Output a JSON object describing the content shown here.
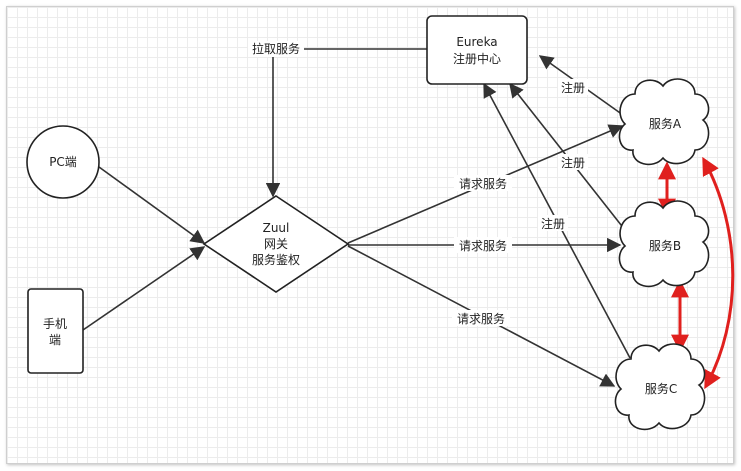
{
  "nodes": {
    "eureka": {
      "line1": "Eureka",
      "line2": "注册中心"
    },
    "pc": {
      "label": "PC端"
    },
    "mobile": {
      "line1": "手机",
      "line2": "端"
    },
    "zuul": {
      "line1": "Zuul",
      "line2": "网关",
      "line3": "服务鉴权"
    },
    "service_a": {
      "label": "服务A"
    },
    "service_b": {
      "label": "服务B"
    },
    "service_c": {
      "label": "服务C"
    }
  },
  "edges": {
    "pull_service": "拉取服务",
    "request_a": "请求服务",
    "request_b": "请求服务",
    "request_c": "请求服务",
    "register_a": "注册",
    "register_b": "注册",
    "register_c": "注册"
  },
  "colors": {
    "stroke": "#333333",
    "peer_link": "#e0201e",
    "background": "#ffffff",
    "grid": "#ececec"
  }
}
